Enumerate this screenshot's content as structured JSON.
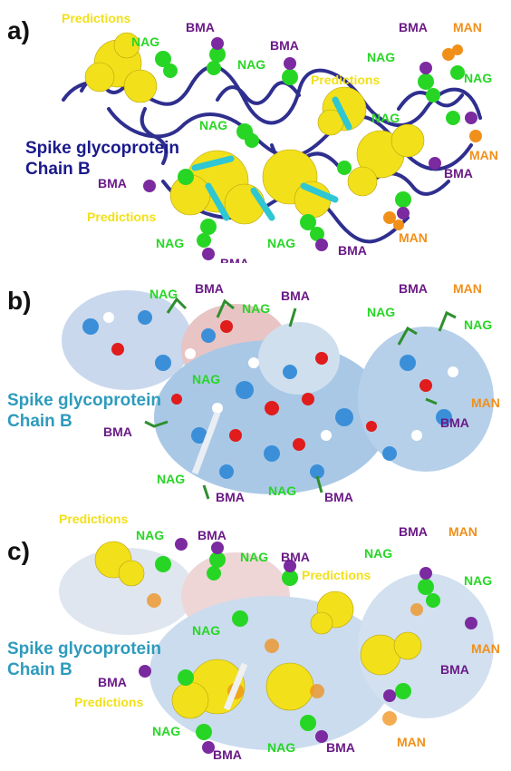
{
  "colors": {
    "nag": "#27d625",
    "bma": "#6a1a86",
    "man": "#f0901a",
    "predictions": "#f2e01a",
    "chain_a": "#1a1a8c",
    "chain_bc": "#2e9bbd",
    "ribbon": "#2f2f8f"
  },
  "panels": [
    {
      "id": "a",
      "label": "a)",
      "title_line1": "Spike glycoprotein",
      "title_line2": "Chain B",
      "labels": [
        {
          "type": "pred",
          "text": "Predictions"
        },
        {
          "type": "nag",
          "text": "NAG"
        },
        {
          "type": "bma",
          "text": "BMA"
        },
        {
          "type": "bma",
          "text": "BMA"
        },
        {
          "type": "nag",
          "text": "NAG"
        },
        {
          "type": "pred",
          "text": "Predictions"
        },
        {
          "type": "bma",
          "text": "BMA"
        },
        {
          "type": "man",
          "text": "MAN"
        },
        {
          "type": "nag",
          "text": "NAG"
        },
        {
          "type": "nag",
          "text": "NAG"
        },
        {
          "type": "nag",
          "text": "NAG"
        },
        {
          "type": "nag",
          "text": "NAG"
        },
        {
          "type": "man",
          "text": "MAN"
        },
        {
          "type": "bma",
          "text": "BMA"
        },
        {
          "type": "bma",
          "text": "BMA"
        },
        {
          "type": "pred",
          "text": "Predictions"
        },
        {
          "type": "nag",
          "text": "NAG"
        },
        {
          "type": "bma",
          "text": "BMA"
        },
        {
          "type": "nag",
          "text": "NAG"
        },
        {
          "type": "bma",
          "text": "BMA"
        },
        {
          "type": "man",
          "text": "MAN"
        }
      ]
    },
    {
      "id": "b",
      "label": "b)",
      "title_line1": "Spike glycoprotein",
      "title_line2": "Chain B",
      "labels": [
        {
          "type": "nag",
          "text": "NAG"
        },
        {
          "type": "bma",
          "text": "BMA"
        },
        {
          "type": "nag",
          "text": "NAG"
        },
        {
          "type": "bma",
          "text": "BMA"
        },
        {
          "type": "bma",
          "text": "BMA"
        },
        {
          "type": "man",
          "text": "MAN"
        },
        {
          "type": "nag",
          "text": "NAG"
        },
        {
          "type": "nag",
          "text": "NAG"
        },
        {
          "type": "nag",
          "text": "NAG"
        },
        {
          "type": "man",
          "text": "MAN"
        },
        {
          "type": "bma",
          "text": "BMA"
        },
        {
          "type": "bma",
          "text": "BMA"
        },
        {
          "type": "nag",
          "text": "NAG"
        },
        {
          "type": "bma",
          "text": "BMA"
        },
        {
          "type": "nag",
          "text": "NAG"
        },
        {
          "type": "bma",
          "text": "BMA"
        }
      ]
    },
    {
      "id": "c",
      "label": "c)",
      "title_line1": "Spike glycoprotein",
      "title_line2": "Chain B",
      "labels": [
        {
          "type": "pred",
          "text": "Predictions"
        },
        {
          "type": "nag",
          "text": "NAG"
        },
        {
          "type": "bma",
          "text": "BMA"
        },
        {
          "type": "nag",
          "text": "NAG"
        },
        {
          "type": "bma",
          "text": "BMA"
        },
        {
          "type": "pred",
          "text": "Predictions"
        },
        {
          "type": "bma",
          "text": "BMA"
        },
        {
          "type": "man",
          "text": "MAN"
        },
        {
          "type": "nag",
          "text": "NAG"
        },
        {
          "type": "nag",
          "text": "NAG"
        },
        {
          "type": "nag",
          "text": "NAG"
        },
        {
          "type": "man",
          "text": "MAN"
        },
        {
          "type": "bma",
          "text": "BMA"
        },
        {
          "type": "bma",
          "text": "BMA"
        },
        {
          "type": "pred",
          "text": "Predictions"
        },
        {
          "type": "nag",
          "text": "NAG"
        },
        {
          "type": "bma",
          "text": "BMA"
        },
        {
          "type": "nag",
          "text": "NAG"
        },
        {
          "type": "bma",
          "text": "BMA"
        },
        {
          "type": "man",
          "text": "MAN"
        }
      ]
    }
  ]
}
